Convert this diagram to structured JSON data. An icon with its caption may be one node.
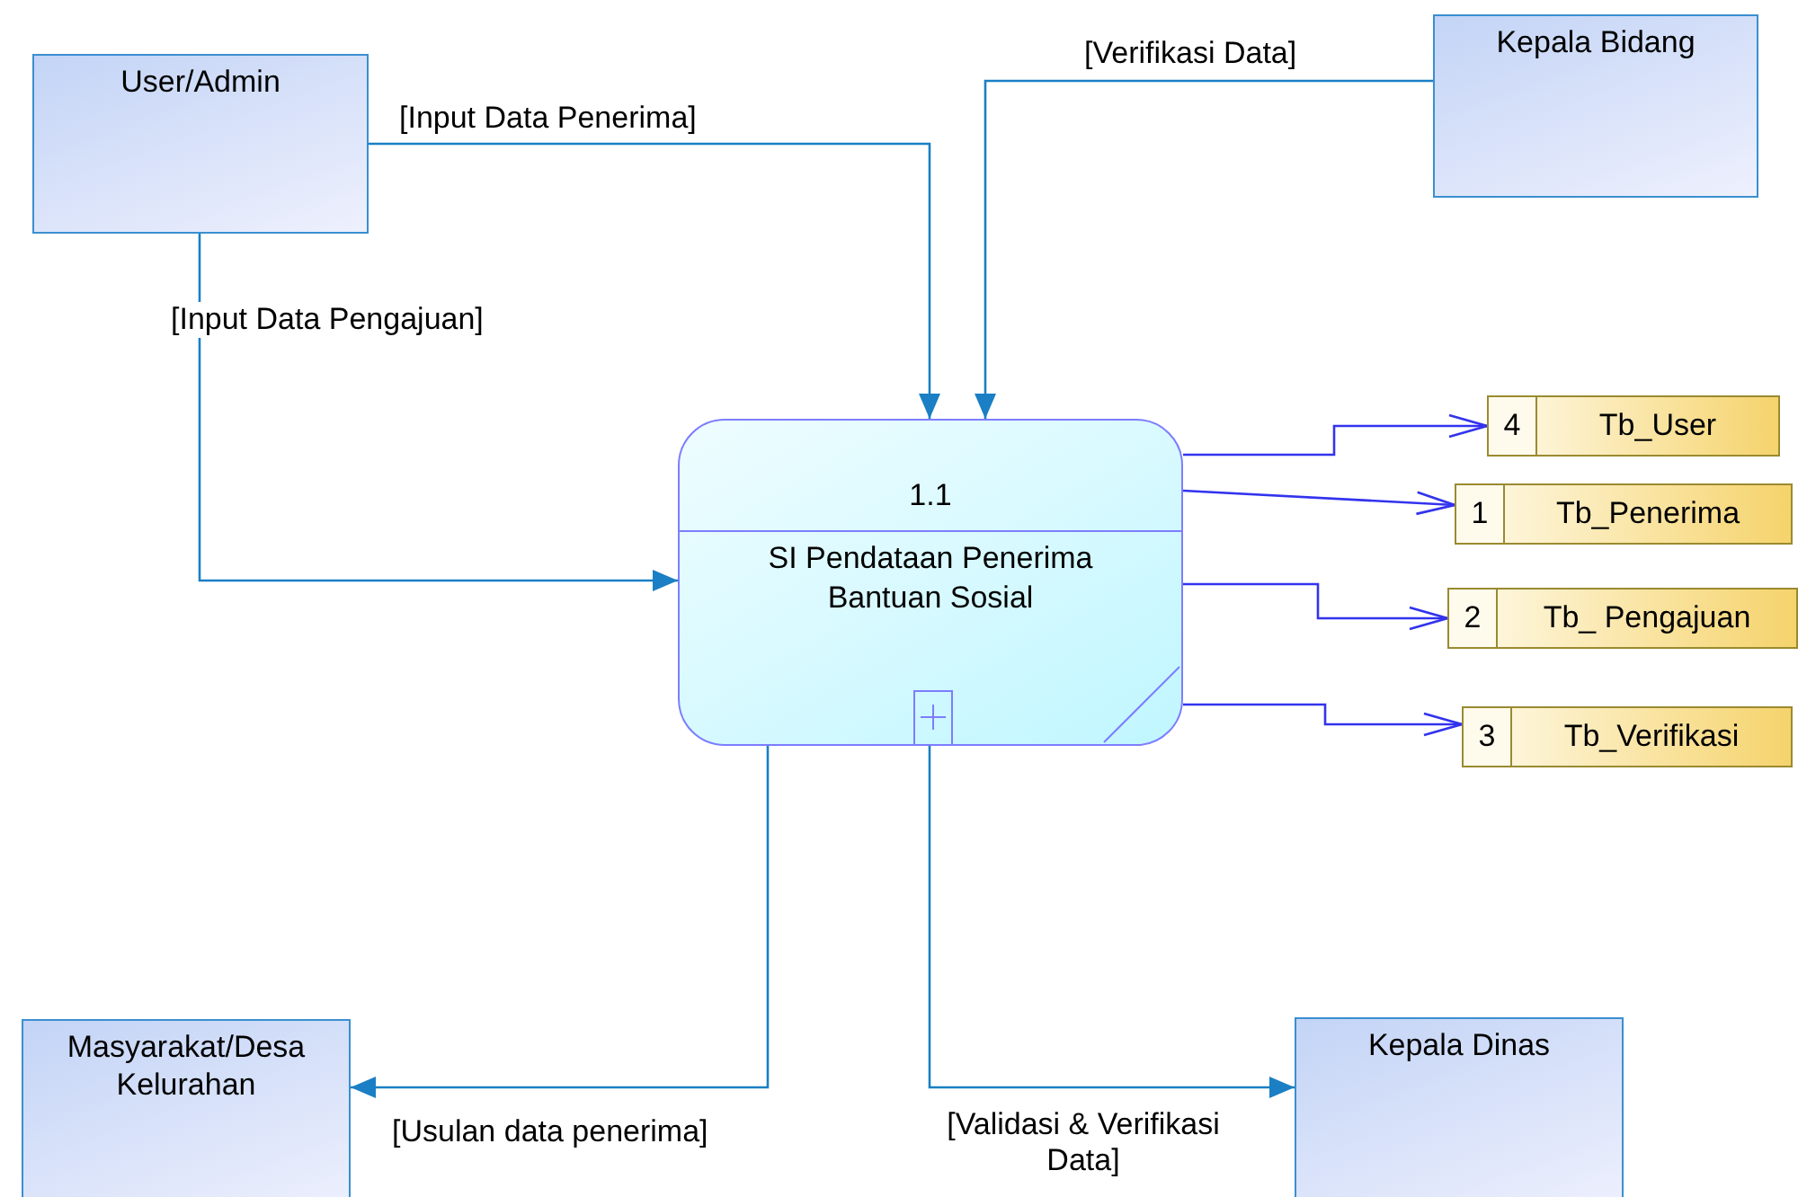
{
  "diagram": {
    "nodes": [
      {
        "text": [
          "User/Admin"
        ]
      },
      {
        "text": [
          "Kepala Bidang"
        ]
      },
      {
        "text": [
          "1.1",
          "SI Pendataan Penerima Bantuan Sosial"
        ]
      },
      {
        "text": [
          "4",
          "Tb_User"
        ]
      },
      {
        "text": [
          "1",
          "Tb_Penerima"
        ]
      },
      {
        "text": [
          "2",
          "Tb_ Pengajuan"
        ]
      },
      {
        "text": [
          "3",
          "Tb_Verifikasi"
        ]
      },
      {
        "text": [
          "Masyarakat/Desa Kelurahan"
        ]
      },
      {
        "text": [
          "Kepala Dinas"
        ]
      }
    ],
    "edges": [
      {
        "from": 0,
        "to": 2,
        "arrow": "to",
        "label": "[Input Data Penerima]"
      },
      {
        "from": 1,
        "to": 2,
        "arrow": "to",
        "label": "[Verifikasi Data]"
      },
      {
        "from": 0,
        "to": 2,
        "arrow": "to",
        "label": "[Input Data Pengajuan]"
      },
      {
        "from": 2,
        "to": 3,
        "arrow": "to",
        "color": "#3333ee"
      },
      {
        "from": 2,
        "to": 4,
        "arrow": "to",
        "color": "#3333ee"
      },
      {
        "from": 2,
        "to": 5,
        "arrow": "to",
        "color": "#3333ee"
      },
      {
        "from": 2,
        "to": 6,
        "arrow": "to",
        "color": "#3333ee"
      },
      {
        "from": 2,
        "to": 7,
        "arrow": "to",
        "label": "[Usulan data penerima]"
      },
      {
        "from": 2,
        "to": 8,
        "arrow": "to",
        "label": "[Validasi & Verifikasi Data]"
      }
    ]
  }
}
